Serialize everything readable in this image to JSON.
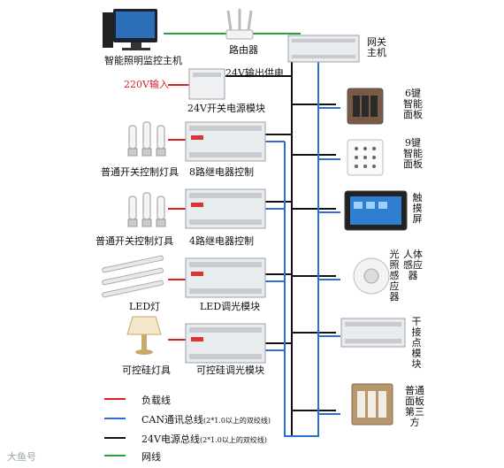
{
  "colors": {
    "load": "#e02020",
    "can": "#2a6fd6",
    "power": "#111111",
    "network": "#25a33a",
    "module": "#e9ecef",
    "module_edge": "#9aa0a6"
  },
  "labels": {
    "pc": "智能照明监控主机",
    "router": "路由器",
    "gateway": "网关主机",
    "power_out": "24V输出供电",
    "ac_in": "220V输入",
    "psu": "24V开关电源模块",
    "panel6": "6键智能面板",
    "panel9": "9键智能面板",
    "touch": "触摸屏",
    "lamp1": "普通开关控制灯具",
    "relay8": "8路继电器控制",
    "lamp2": "普通开关控制灯具",
    "relay4": "4路继电器控制",
    "body_sensor": "人体感应器",
    "light_sensor": "光照感应器",
    "led_lamp": "LED灯",
    "led_dim": "LED调光模块",
    "dry_contact": "干接点模块",
    "scr_lamp": "可控硅灯具",
    "scr_dim": "可控硅调光模块",
    "third_panel": "普通面板第三方"
  },
  "legend": [
    {
      "color": "#e02020",
      "text": "负载线",
      "note": ""
    },
    {
      "color": "#2a6fd6",
      "text": "CAN通讯总线",
      "note": "(2*1.0以上的双绞线)"
    },
    {
      "color": "#111111",
      "text": "24V电源总线",
      "note": "(2*1.0以上的双绞线)"
    },
    {
      "color": "#25a33a",
      "text": "网线",
      "note": ""
    }
  ],
  "watermark": "大鱼号"
}
